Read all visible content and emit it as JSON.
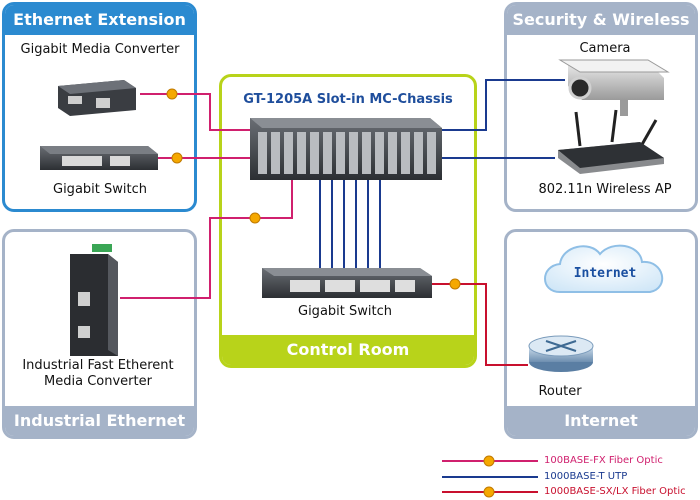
{
  "panels": {
    "ethernet_extension": "Ethernet Extension",
    "security_wireless": "Security & Wireless",
    "industrial_ethernet": "Industrial Ethernet",
    "internet": "Internet",
    "control_room": "Control Room"
  },
  "devices": {
    "media_converter": "Gigabit Media Converter",
    "gigabit_switch_left": "Gigabit Switch",
    "camera": "Camera",
    "wireless_ap": "802.11n Wireless AP",
    "industrial_converter": "Industrial Fast Etherent Media Converter",
    "chassis": "GT-1205A Slot-in MC-Chassis",
    "gigabit_switch_center": "Gigabit Switch",
    "router": "Router",
    "cloud": "Internet"
  },
  "legend": [
    {
      "label": "100BASE-FX Fiber Optic",
      "color": "#d0206e"
    },
    {
      "label": "1000BASE-T UTP",
      "color": "#1a3a8f"
    },
    {
      "label": "1000BASE-SX/LX Fiber Optic",
      "color": "#c8102e"
    }
  ],
  "colors": {
    "fx_fiber": "#d0206e",
    "utp": "#1a3a8f",
    "sxlx_fiber": "#c8102e",
    "connector": "#f5a800"
  }
}
